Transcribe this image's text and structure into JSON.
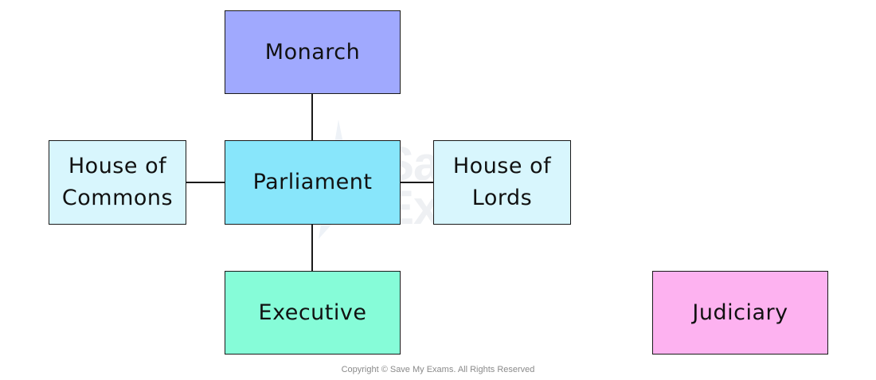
{
  "diagram": {
    "nodes": {
      "monarch": "Monarch",
      "parliament": "Parliament",
      "house_of_commons": [
        "House of",
        "Commons"
      ],
      "house_of_lords": [
        "House of",
        "Lords"
      ],
      "executive": "Executive",
      "judiciary": "Judiciary"
    },
    "edges": [
      [
        "monarch",
        "parliament"
      ],
      [
        "house_of_commons",
        "parliament"
      ],
      [
        "parliament",
        "house_of_lords"
      ],
      [
        "parliament",
        "executive"
      ]
    ],
    "colors": {
      "monarch": "#a0a9fe",
      "parliament": "#88e6fb",
      "houses": "#d8f6fd",
      "executive": "#86fcd8",
      "judiciary": "#fdb2f0"
    }
  },
  "watermark": {
    "line1": "Save My",
    "line2": "Exams"
  },
  "footer": {
    "copyright": "Copyright © Save My Exams. All Rights Reserved"
  }
}
